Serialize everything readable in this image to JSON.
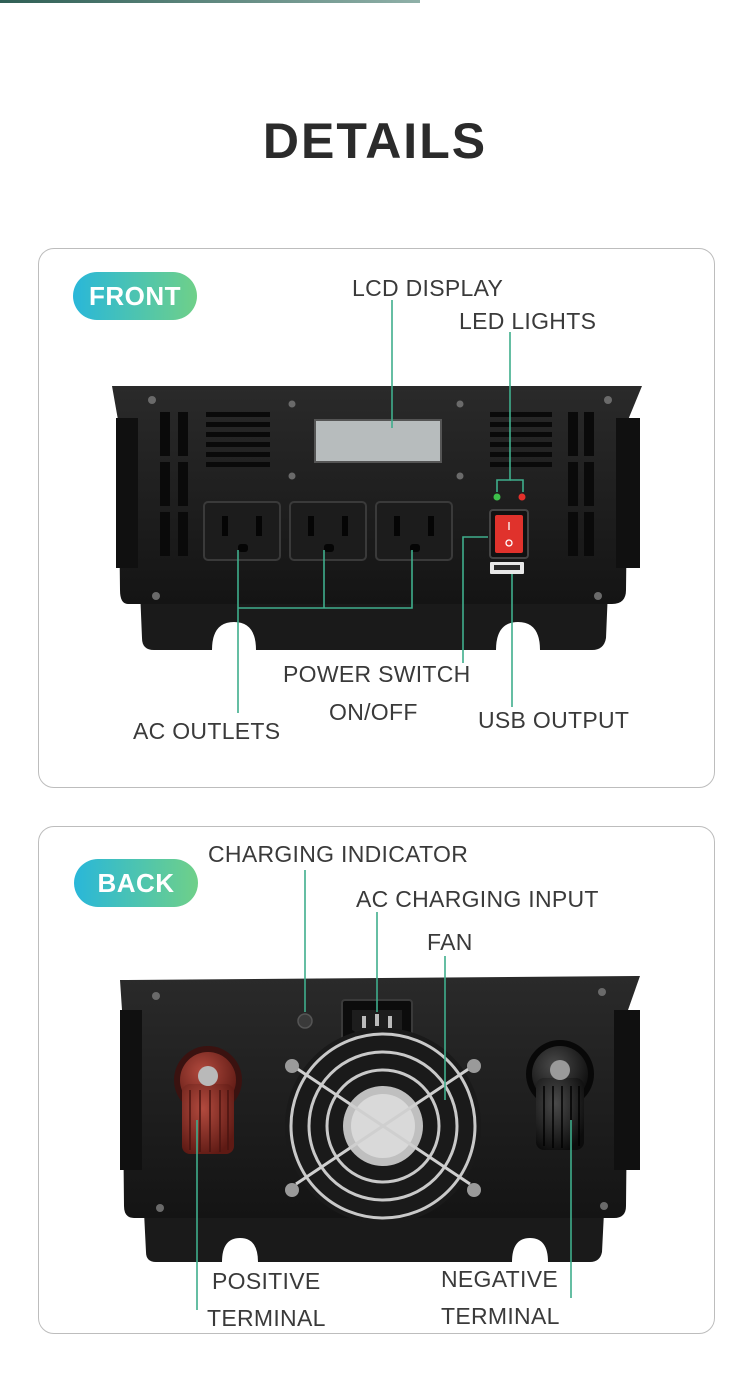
{
  "page": {
    "title": "DETAILS"
  },
  "front": {
    "badge": "FRONT",
    "labels": {
      "lcd_display": "LCD DISPLAY",
      "led_lights": "LED LIGHTS",
      "power_switch_line1": "POWER SWITCH",
      "power_switch_line2": "ON/OFF",
      "usb_output": "USB OUTPUT",
      "ac_outlets": "AC OUTLETS"
    }
  },
  "back": {
    "badge": "BACK",
    "labels": {
      "charging_indicator": "CHARGING INDICATOR",
      "ac_charging_input": "AC CHARGING INPUT",
      "fan": "FAN",
      "positive_line1": "POSITIVE",
      "positive_line2": "TERMINAL",
      "negative_line1": "NEGATIVE",
      "negative_line2": "TERMINAL"
    }
  },
  "colors": {
    "accent_line": "#3fae8c",
    "badge_start": "#29b7d9",
    "badge_end": "#6fd089",
    "switch_red": "#e0322c",
    "terminal_red": "#8a2a22"
  }
}
